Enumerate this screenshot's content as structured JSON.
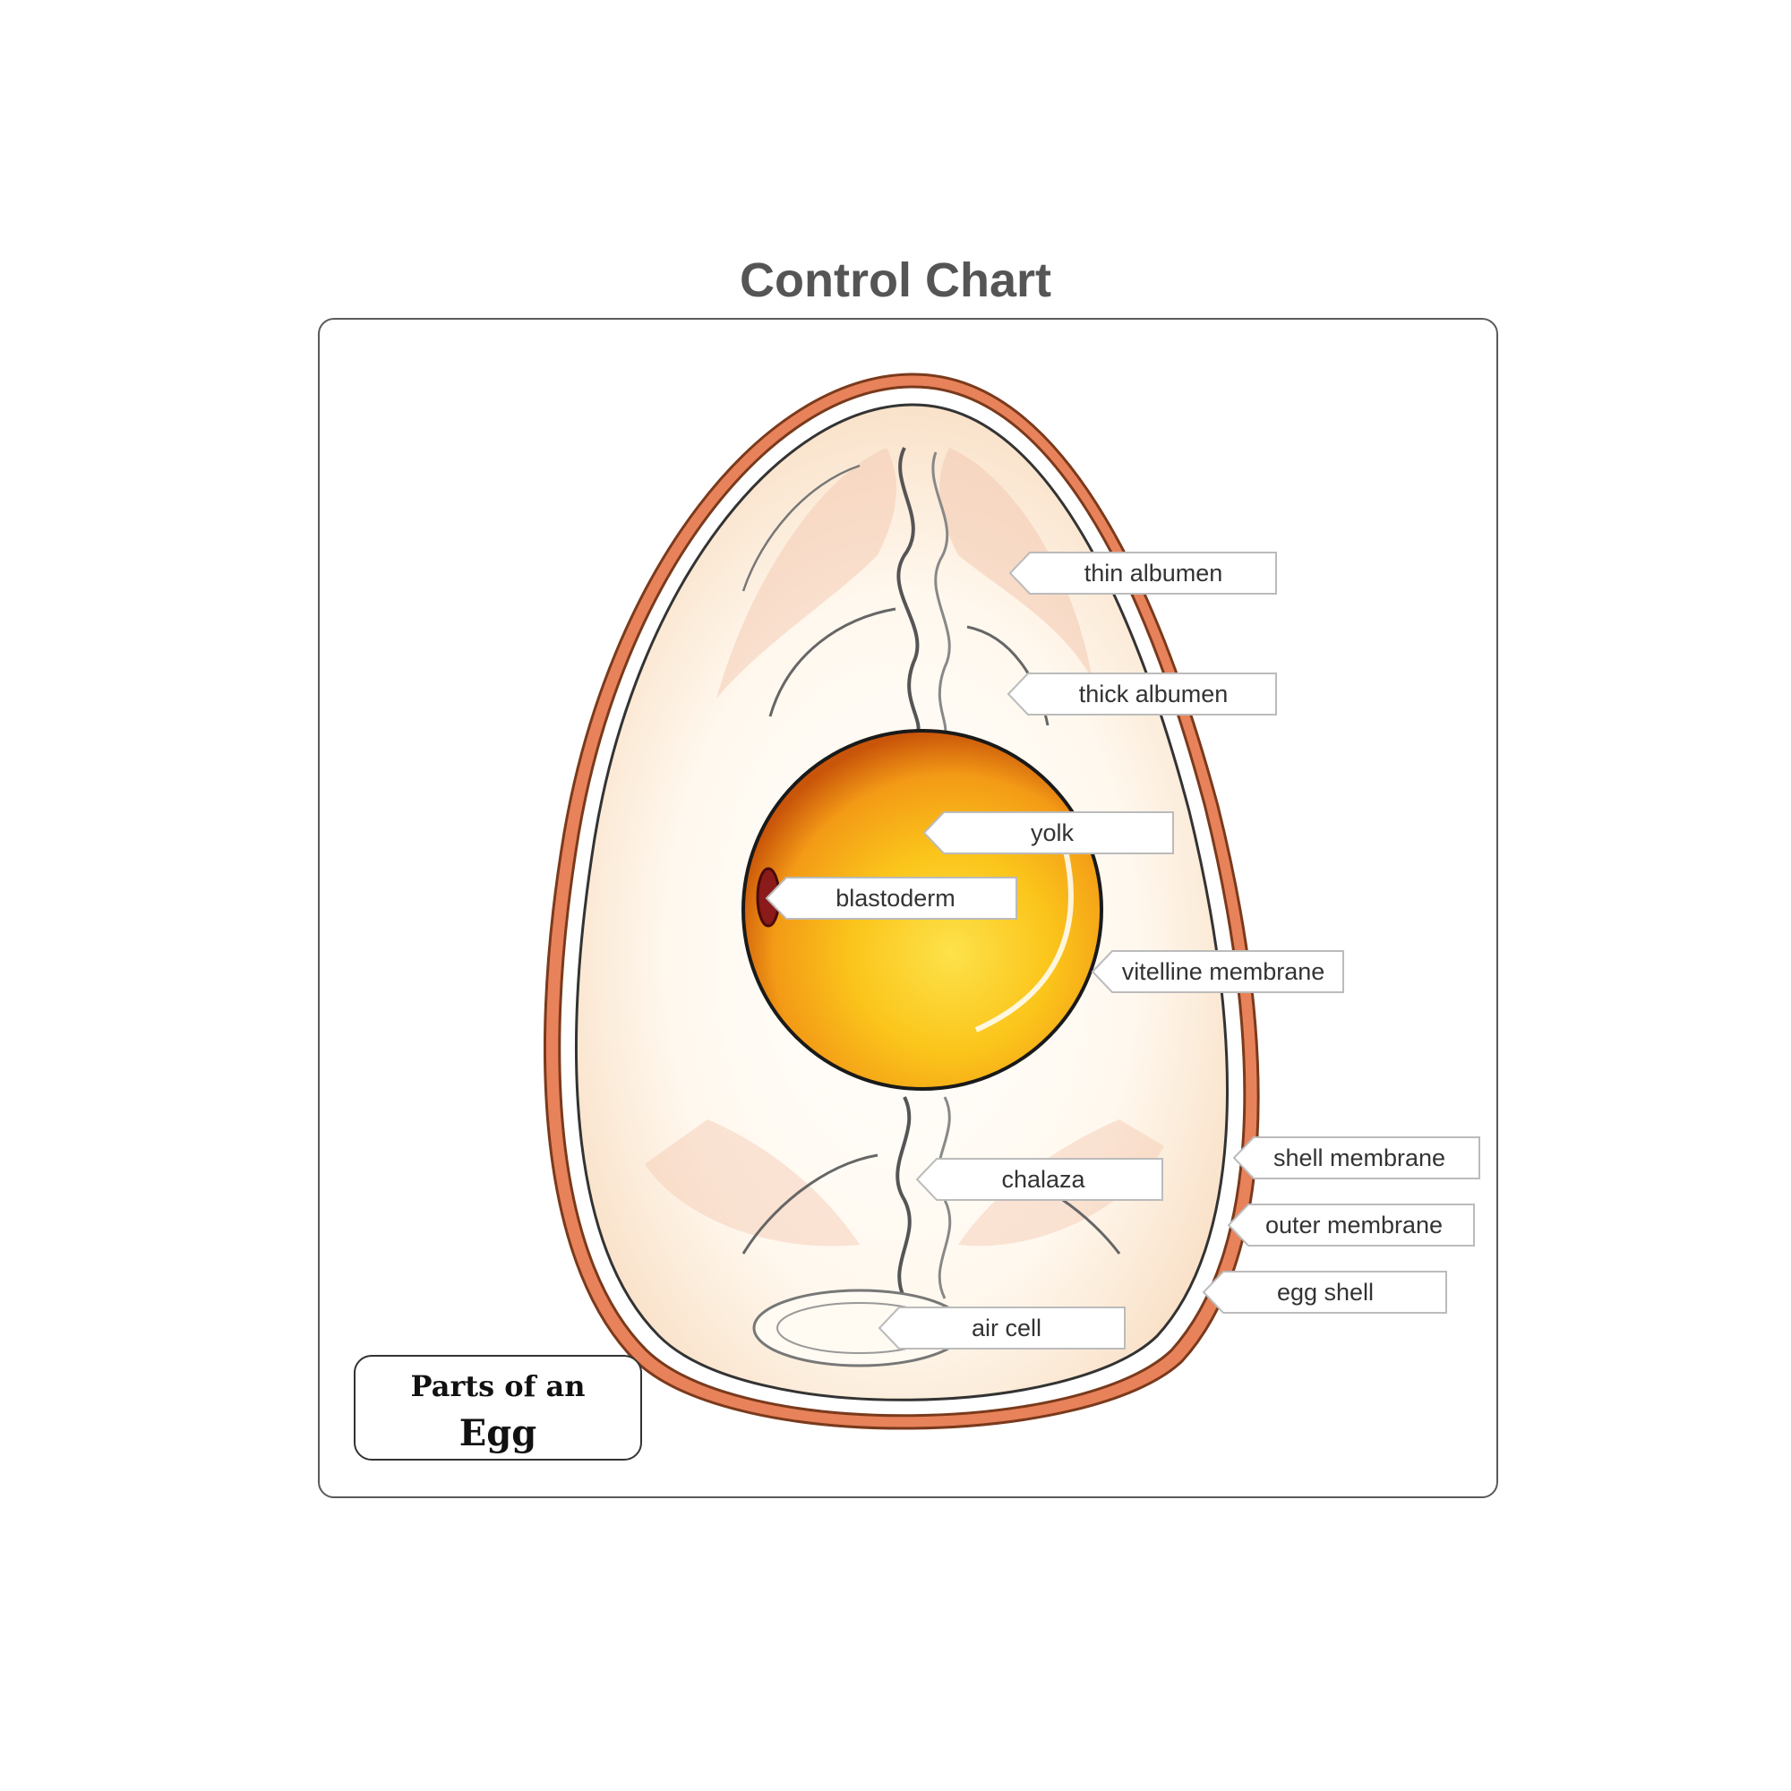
{
  "header": {
    "title": "Control Chart"
  },
  "diagram": {
    "subject": "egg",
    "labels": {
      "thin_albumen": "thin albumen",
      "thick_albumen": "thick albumen",
      "yolk": "yolk",
      "blastoderm": "blastoderm",
      "vitelline_membrane": "vitelline membrane",
      "chalaza": "chalaza",
      "shell_membrane": "shell membrane",
      "outer_membrane": "outer membrane",
      "egg_shell": "egg shell",
      "air_cell": "air cell"
    },
    "colors": {
      "shell": "#e8825a",
      "shell_outline": "#7a3a1c",
      "albumen": "#fbeedd",
      "thin_albumen_tint": "#f3c8b0",
      "yolk_center": "#fcd21a",
      "yolk_edge": "#d9660c",
      "blastoderm": "#8b1a1a",
      "callout_border": "#bbbbbb"
    }
  },
  "title_box": {
    "line1": "Parts of an",
    "line2": "Egg"
  }
}
